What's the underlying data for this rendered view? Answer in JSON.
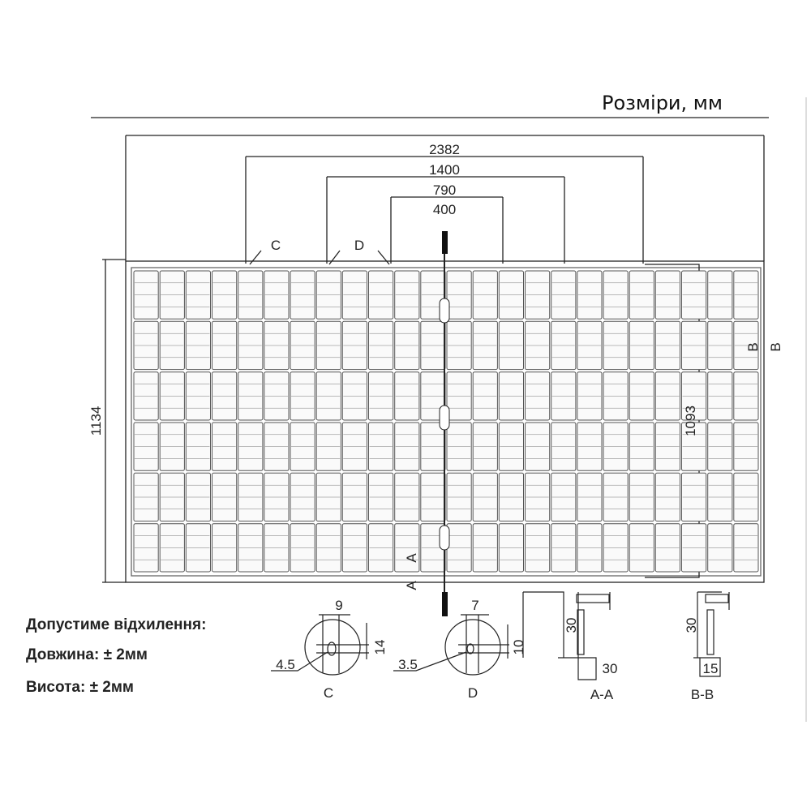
{
  "title": "Розміри, мм",
  "dimensions": {
    "overall_width_label": "2382",
    "mount_1400": "1400",
    "mount_790": "790",
    "mount_400": "400",
    "height": "1134",
    "inner_height": "1093"
  },
  "markers": {
    "c": "C",
    "d": "D",
    "a": "A",
    "b": "B"
  },
  "details": {
    "c": {
      "label": "C",
      "width": "9",
      "height": "14",
      "diameter": "4.5"
    },
    "d": {
      "label": "D",
      "width": "7",
      "height": "10",
      "diameter": "3.5"
    },
    "aa": {
      "label": "A-A",
      "height": "30",
      "width": "30"
    },
    "bb": {
      "label": "B-B",
      "height": "30",
      "width": "15"
    }
  },
  "tolerance": {
    "heading": "Допустиме відхилення:",
    "length": "Довжина: ± 2мм",
    "height": "Висота: ± 2мм"
  },
  "panel": {
    "rows": 6,
    "columns": 24,
    "line_color": "#555555"
  }
}
